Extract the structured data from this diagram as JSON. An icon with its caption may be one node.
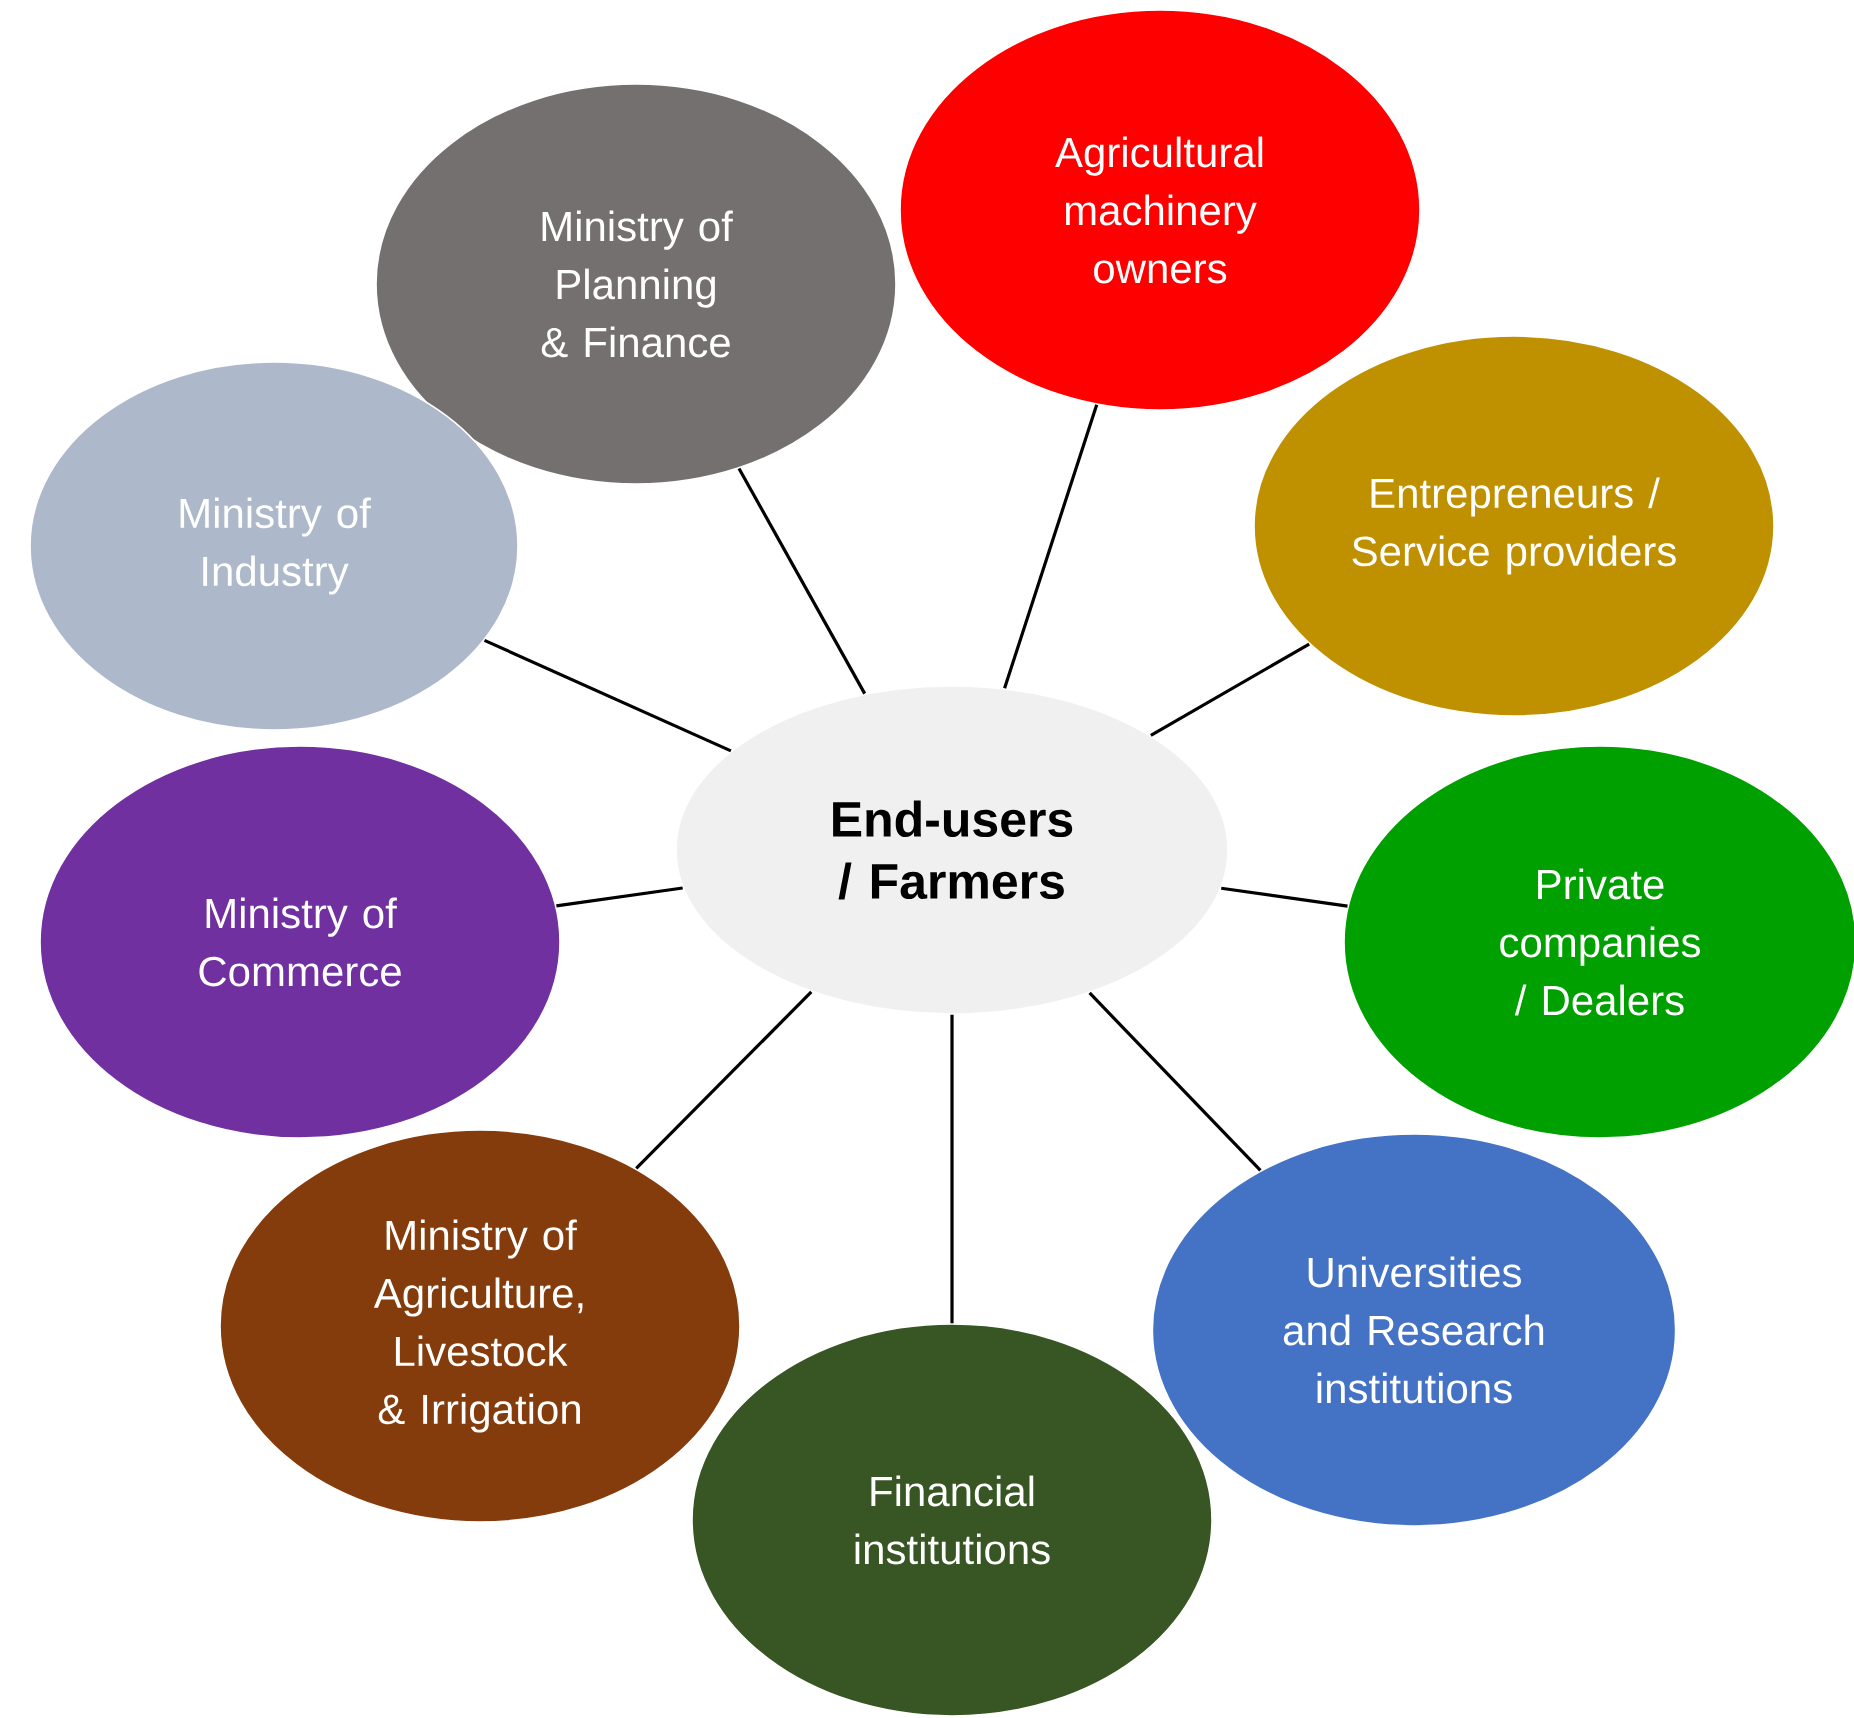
{
  "diagram": {
    "nodes": [
      {
        "text": [
          "End-users / Farmers"
        ]
      },
      {
        "text": [
          "Ministry of Planning & Finance"
        ]
      },
      {
        "text": [
          "Agricultural machinery owners"
        ]
      },
      {
        "text": [
          "Entrepreneurs / Service providers"
        ]
      },
      {
        "text": [
          "Private companies / Dealers"
        ]
      },
      {
        "text": [
          "Universities and Research institutions"
        ]
      },
      {
        "text": [
          "Financial institutions"
        ]
      },
      {
        "text": [
          "Ministry of Agriculture, Livestock & Irrigation"
        ]
      },
      {
        "text": [
          "Ministry of Commerce"
        ]
      },
      {
        "text": [
          "Ministry of Industry"
        ]
      }
    ],
    "edges": [
      {
        "from": 0,
        "to": 1,
        "arrow": "none"
      },
      {
        "from": 0,
        "to": 2,
        "arrow": "none"
      },
      {
        "from": 0,
        "to": 3,
        "arrow": "none"
      },
      {
        "from": 0,
        "to": 4,
        "arrow": "none"
      },
      {
        "from": 0,
        "to": 5,
        "arrow": "none"
      },
      {
        "from": 0,
        "to": 6,
        "arrow": "none"
      },
      {
        "from": 0,
        "to": 7,
        "arrow": "none"
      },
      {
        "from": 0,
        "to": 8,
        "arrow": "none"
      },
      {
        "from": 0,
        "to": 9,
        "arrow": "none"
      }
    ]
  }
}
